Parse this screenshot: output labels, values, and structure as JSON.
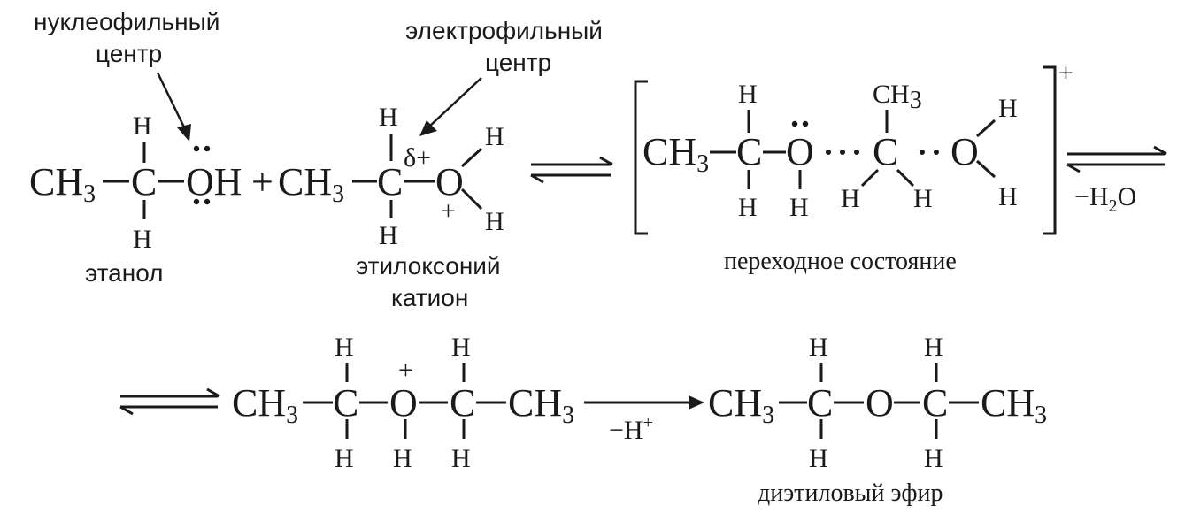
{
  "labels": {
    "nucleophilic_1": "нуклеофильный",
    "nucleophilic_2": "центр",
    "electrophilic_1": "электрофильный",
    "electrophilic_2": "центр",
    "ethanol": "этанол",
    "ethyloxonium_1": "этилоксоний",
    "ethyloxonium_2": "катион",
    "transition_state": "переходное состояние",
    "diethyl_ether": "диэтиловый эфир"
  },
  "atoms": {
    "CH": "CH",
    "three": "3",
    "C": "C",
    "O": "O",
    "OH": "OH",
    "H": "H",
    "plus": "+",
    "delta_plus": "δ+",
    "bond": "–",
    "dash": "−"
  },
  "conditions": {
    "minus_water_a": "−H",
    "minus_water_sub": "2",
    "minus_water_b": "O",
    "minus_proton": "−H",
    "proton_sup": "+"
  }
}
